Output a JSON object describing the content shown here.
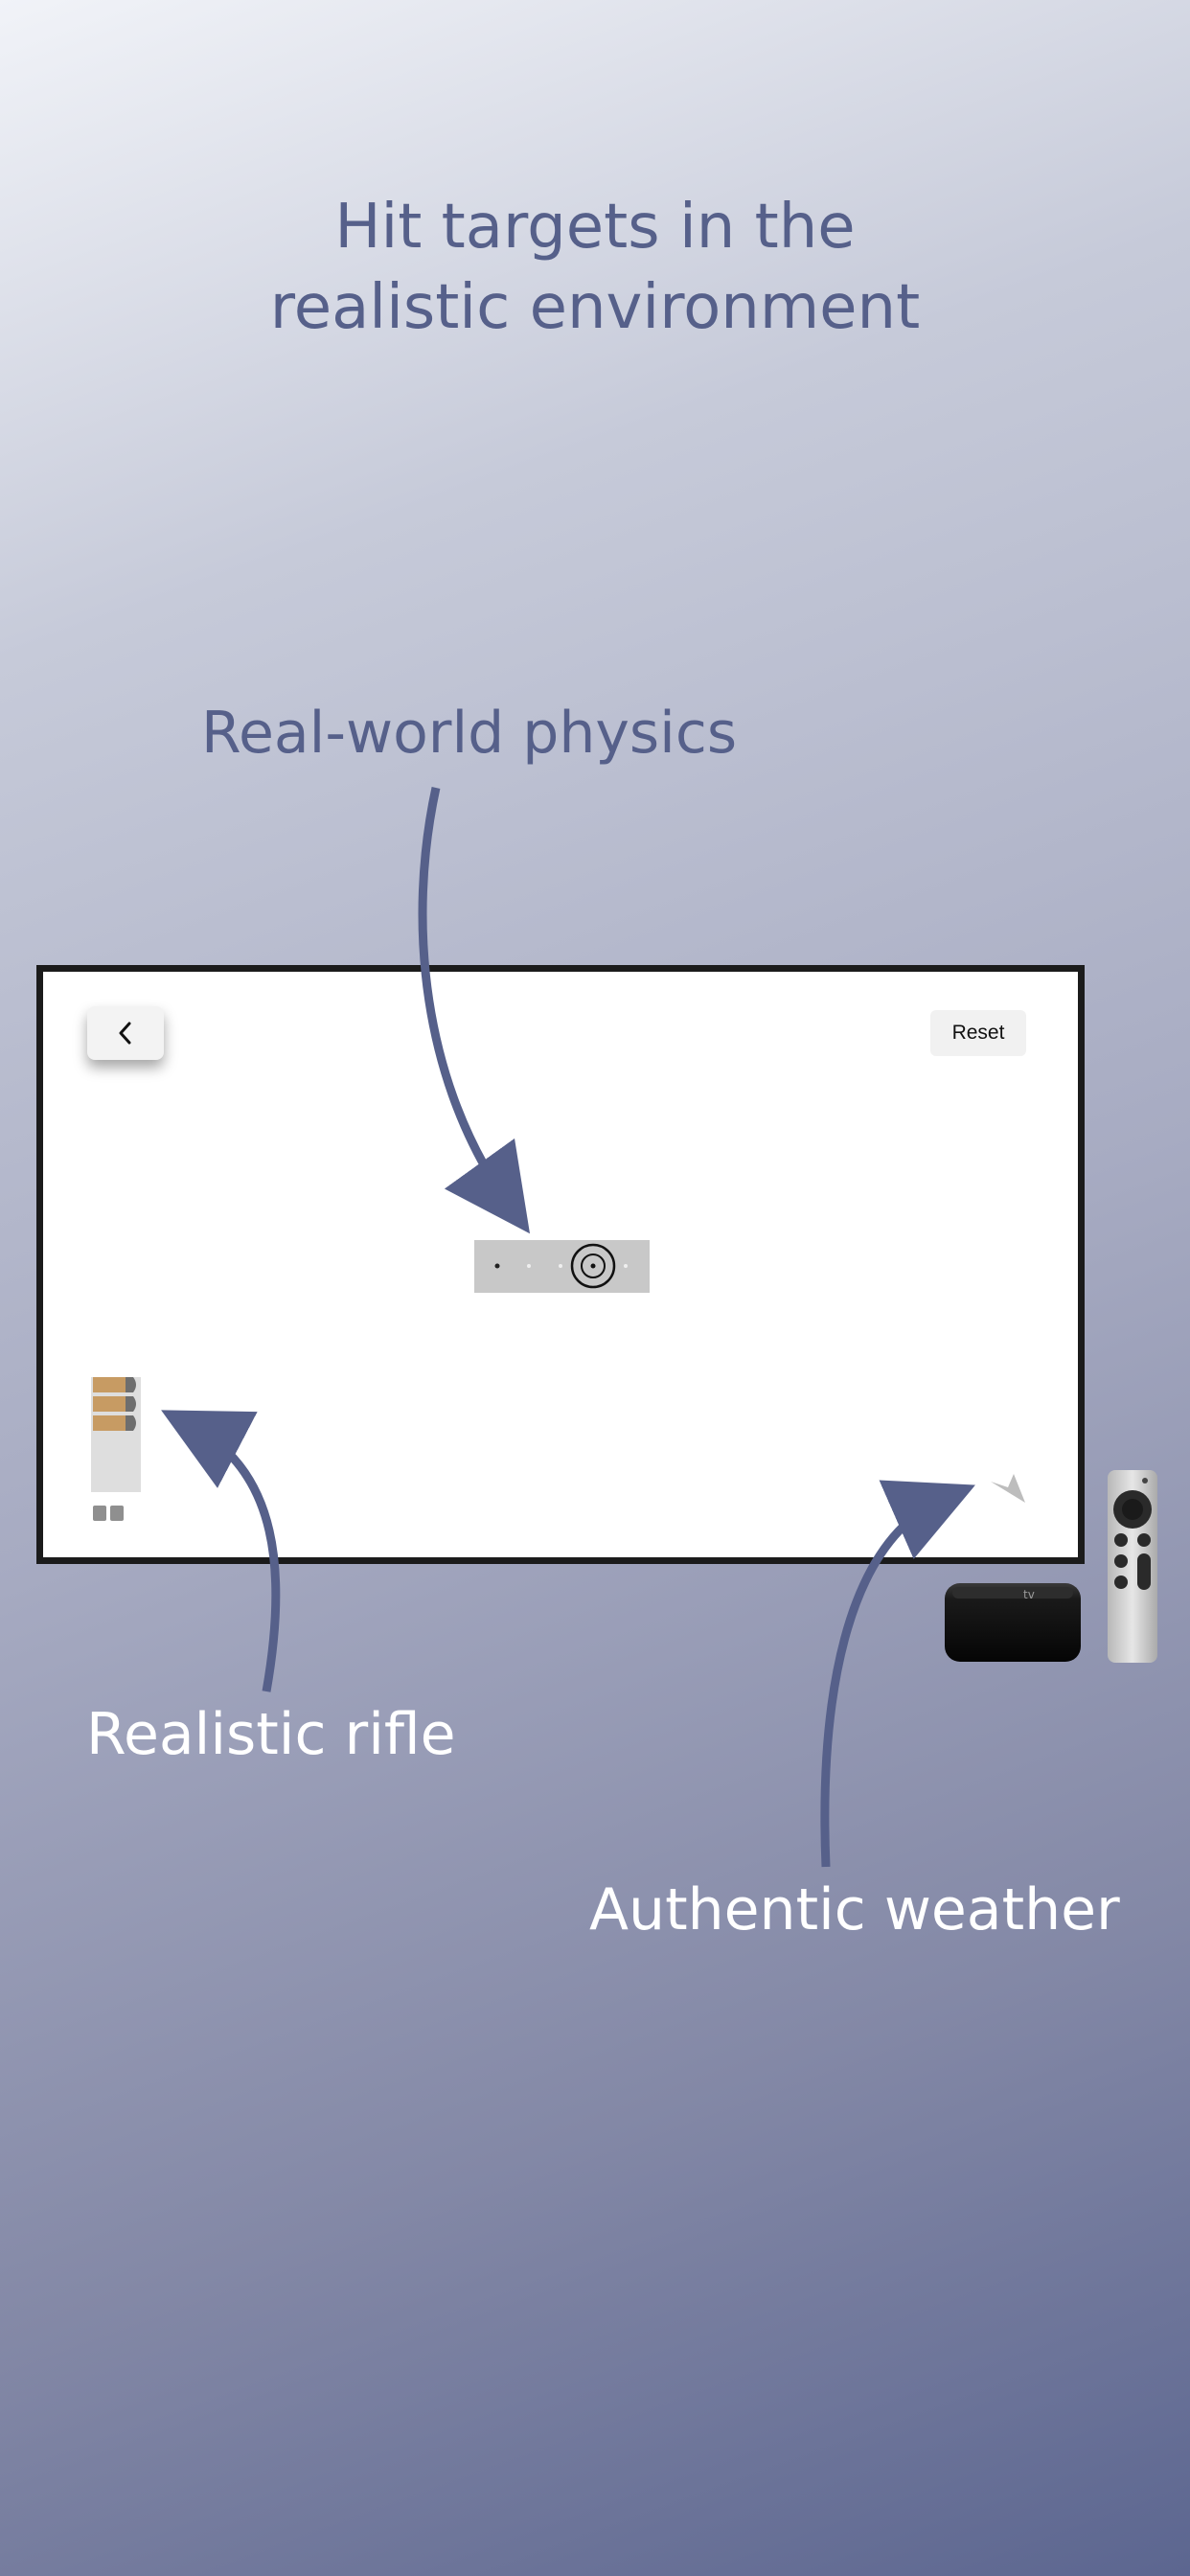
{
  "headline": {
    "line1": "Hit targets in the",
    "line2": "realistic environment"
  },
  "callouts": {
    "physics": "Real-world physics",
    "rifle": "Realistic rifle",
    "weather": "Authentic weather"
  },
  "app_screen": {
    "back_icon": "chevron-left-icon",
    "reset_label": "Reset",
    "wind_icon": "wind-direction-arrow-icon",
    "ammo": {
      "rounds_shown": 3
    }
  },
  "colors": {
    "headline": "#56608a",
    "callout_light": "#ffffff",
    "arrow": "#56608a",
    "bullet_tip": "#6e6e6e",
    "bullet_case": "#c79b63"
  },
  "devices": {
    "set_top_box_label": "tv",
    "remote_icon": "remote-control-icon"
  }
}
